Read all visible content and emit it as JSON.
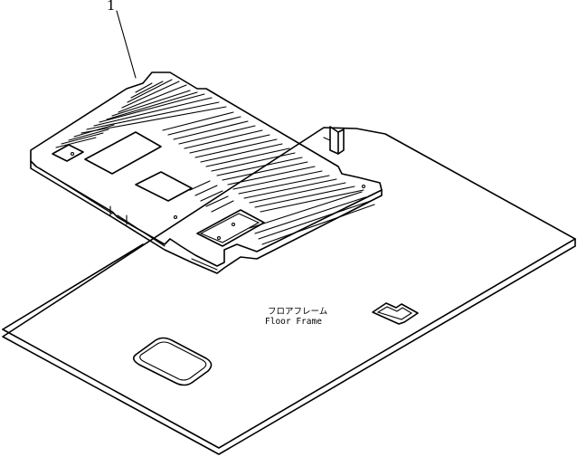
{
  "callout_number": "1",
  "floor_label_jp": "フロアフレーム",
  "floor_label_en": "Floor  Frame"
}
